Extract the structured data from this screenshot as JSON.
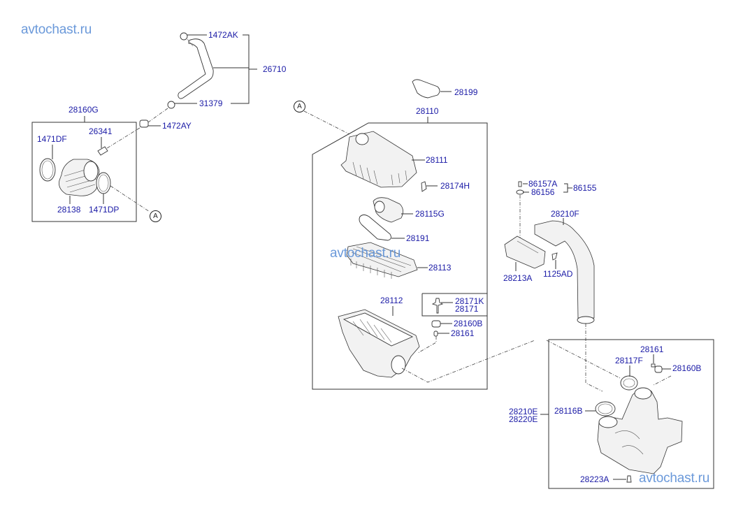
{
  "watermark": "avtochast.ru",
  "ref_marker": "A",
  "colors": {
    "label": "#1a1aa6",
    "watermark": "#5b8fd6",
    "line": "#333333"
  },
  "labels": {
    "p1472AK": "1472AK",
    "p26710": "26710",
    "p31379": "31379",
    "p1472AY": "1472AY",
    "p28160G": "28160G",
    "p26341": "26341",
    "p1471DF": "1471DF",
    "p28138": "28138",
    "p1471DP": "1471DP",
    "p28199": "28199",
    "p28110": "28110",
    "p28111": "28111",
    "p28174H": "28174H",
    "p28115G": "28115G",
    "p28191": "28191",
    "p28113": "28113",
    "p28112": "28112",
    "p28171K": "28171K",
    "p28171": "28171",
    "p28160B_a": "28160B",
    "p28161_a": "28161",
    "p86157A": "86157A",
    "p86156": "86156",
    "p86155": "86155",
    "p28210F": "28210F",
    "p28213A": "28213A",
    "p1125AD": "1125AD",
    "p28161_b": "28161",
    "p28117F": "28117F",
    "p28160B_b": "28160B",
    "p28210E": "28210E",
    "p28220E": "28220E",
    "p28116B": "28116B",
    "p28223A": "28223A"
  }
}
